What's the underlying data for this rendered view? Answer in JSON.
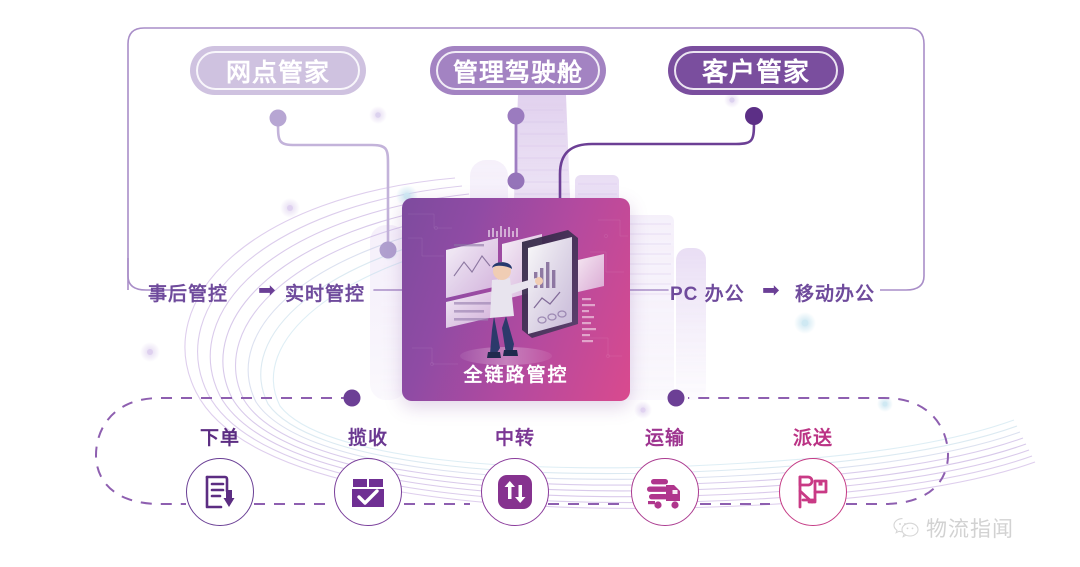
{
  "top_pills": [
    {
      "label": "网点管家",
      "color": "#cfc2e0"
    },
    {
      "label": "管理驾驶舱",
      "color": "#a383c2"
    },
    {
      "label": "客户管家",
      "color": "#7a4e9e"
    }
  ],
  "center_card": {
    "title": "全链路管控",
    "gradient_from": "#7d4b9e",
    "gradient_to": "#d94a8e",
    "illustration": "person-touching-phone-dashboard"
  },
  "middle_row": {
    "left": {
      "from": "事后管控",
      "to": "实时管控",
      "arrow": "➡"
    },
    "right": {
      "from": "PC 办公",
      "to": "移动办公",
      "arrow": "➡"
    },
    "text_color": "#6f4b9c"
  },
  "stages": [
    {
      "label": "下单",
      "icon": "document-download-icon",
      "color": "#6a3f95"
    },
    {
      "label": "揽收",
      "icon": "box-check-icon",
      "color": "#7a3f9b"
    },
    {
      "label": "中转",
      "icon": "transfer-arrows-icon",
      "color": "#8b3c9c"
    },
    {
      "label": "运输",
      "icon": "delivery-truck-icon",
      "color": "#ab3b90"
    },
    {
      "label": "派送",
      "icon": "courier-person-icon",
      "color": "#c53b85"
    }
  ],
  "watermark": {
    "text": "物流指闻",
    "icon": "wechat-icon",
    "color": "#d2d2d2"
  },
  "decor": {
    "frame_color": "#a98ec8",
    "dashed_color": "#8e5fb0",
    "swoosh_colors": [
      "#cbb8e0",
      "#b9d6e2",
      "#d9c7e8"
    ]
  }
}
